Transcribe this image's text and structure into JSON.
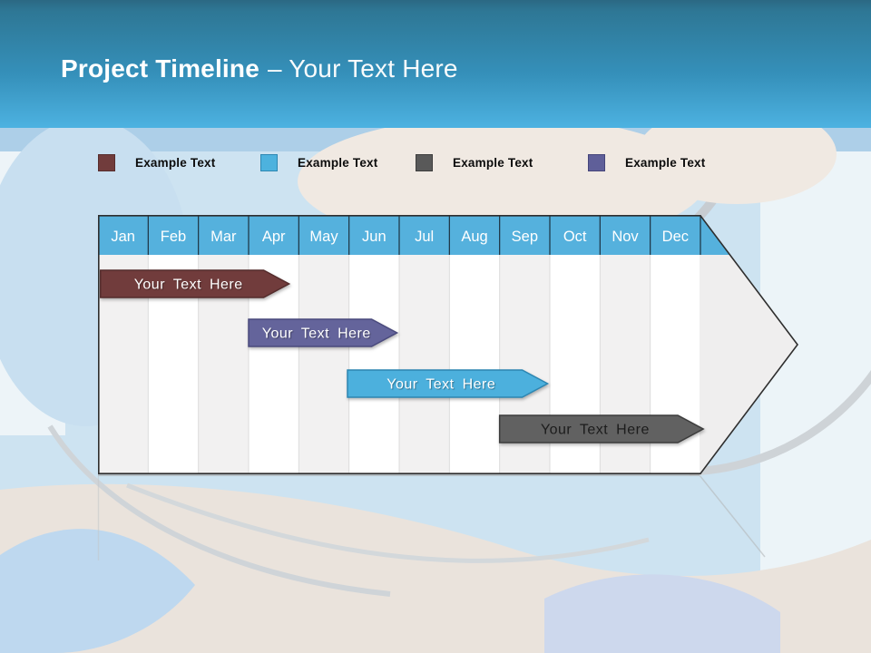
{
  "slide": {
    "title_bold": "Project Timeline",
    "title_light": "– Your Text Here"
  },
  "legend": {
    "items": [
      {
        "label": "Example Text",
        "color": "#713c3c",
        "border": "#572d2d"
      },
      {
        "label": "Example Text",
        "color": "#4db2de",
        "border": "#2e87b2"
      },
      {
        "label": "Example Text",
        "color": "#595959",
        "border": "#3d3d3d"
      },
      {
        "label": "Example Text",
        "color": "#5f5f99",
        "border": "#45457a"
      }
    ]
  },
  "chart_data": {
    "type": "timeline",
    "categories": [
      "Jan",
      "Feb",
      "Mar",
      "Apr",
      "May",
      "Jun",
      "Jul",
      "Aug",
      "Sep",
      "Oct",
      "Nov",
      "Dec"
    ],
    "header_color": "#55b1dd",
    "header_separator_color": "#1c3140",
    "stripe_colors": [
      "#f2f1f1",
      "#ffffff"
    ],
    "outline_color": "#2e2e2e",
    "bars": [
      {
        "label": "Your Text Here",
        "start_month": 0.05,
        "end_month": 3.3,
        "fill": "#713c3c",
        "border": "#542c2c",
        "text_color": "#ffffff"
      },
      {
        "label": "Your Text Here",
        "start_month": 3.0,
        "end_month": 5.45,
        "fill": "#64649b",
        "border": "#4a4a7d",
        "text_color": "#ffffff"
      },
      {
        "label": "Your Text Here",
        "start_month": 4.97,
        "end_month": 8.45,
        "fill": "#4cb0dd",
        "border": "#2c86b2",
        "text_color": "#ffffff"
      },
      {
        "label": "Your Text Here",
        "start_month": 8.0,
        "end_month": 11.55,
        "fill": "#616161",
        "border": "#3c3c3c",
        "text_color": "#1c1c1c"
      }
    ]
  }
}
